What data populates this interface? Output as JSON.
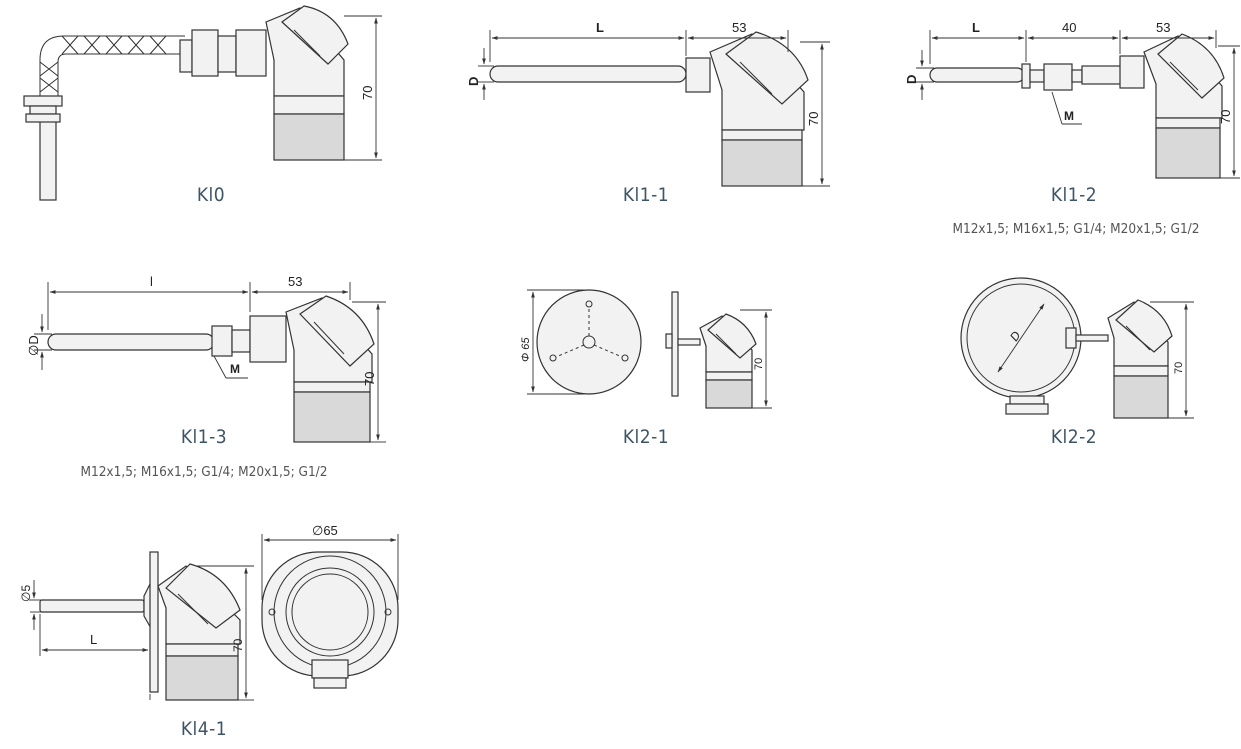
{
  "items": [
    {
      "caption": "Kl0",
      "thread_options": "",
      "dims": {
        "height": "70"
      }
    },
    {
      "caption": "Kl1-1",
      "thread_options": "",
      "dims": {
        "length": "L",
        "head": "53",
        "diameter": "D",
        "height": "70"
      }
    },
    {
      "caption": "Kl1-2",
      "thread_options": "M12x1,5; M16x1,5; G1/4; M20x1,5; G1/2",
      "dims": {
        "length": "L",
        "fitting": "40",
        "head": "53",
        "diameter": "D",
        "height": "70",
        "thread": "M"
      }
    },
    {
      "caption": "Kl1-3",
      "thread_options": "M12x1,5; M16x1,5; G1/4; M20x1,5; G1/2",
      "dims": {
        "length": "l",
        "head": "53",
        "diameter": "∅D",
        "height": "70",
        "thread": "M"
      }
    },
    {
      "caption": "Kl2-1",
      "thread_options": "",
      "dims": {
        "flange": "Φ 65",
        "height": "70"
      }
    },
    {
      "caption": "Kl2-2",
      "thread_options": "",
      "dims": {
        "diameter": "D",
        "height": "70"
      }
    },
    {
      "caption": "Kl4-1",
      "thread_options": "",
      "dims": {
        "diameter": "∅5",
        "length": "L",
        "height": "70",
        "flange": "∅65"
      }
    }
  ]
}
